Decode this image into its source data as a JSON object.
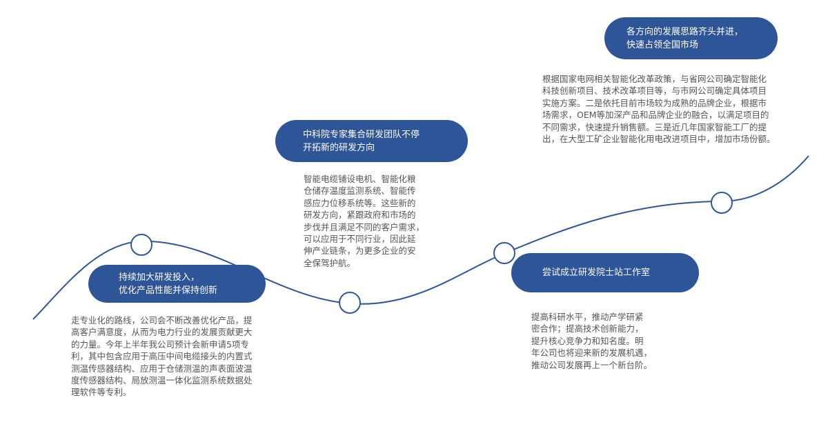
{
  "colors": {
    "accent": "#2e5597",
    "text": "#555555",
    "background": "#ffffff"
  },
  "stages": [
    {
      "title": [
        "持续加大研发投入，",
        "优化产品性能并保持创新"
      ],
      "text": [
        "走专业化的路线，公司会不断改善优化产品，提",
        "高客户满意度，从而为电力行业的发展贡献更大",
        "的力量。今年上半年我公司预计会新申请5项专",
        "利，其中包含应用于高压中间电缆接头的内置式",
        "测温传感器结构、应用于仓储测温的声表面波温",
        "度传感器结构、局放测温一体化监测系统数据处",
        "理软件等专利。"
      ]
    },
    {
      "title": [
        "中科院专家集合研发团队不停",
        "开拓新的研发方向"
      ],
      "text": [
        "智能电缆铺设电机、智能化粮",
        "仓储存温度监测系统、智能传",
        "感应力位移系统等。这些新的",
        "研发方向，紧跟政府和市场的",
        "步伐并且满足不同的客户需求，",
        "可以应用于不同行业，因此延",
        "伸产业链条，为更多企业的安",
        "全保驾护航。"
      ]
    },
    {
      "title": [
        "尝试成立研发院士站工作室"
      ],
      "text": [
        "提高科研水平，推动产学研紧",
        "密合作；提高技术创新能力，",
        "提升核心竞争力和知名度。明",
        "年公司也将迎来新的发展机遇，",
        "推动公司发展再上一个新台阶。"
      ]
    },
    {
      "title": [
        "各方向的发展思路齐头并进，",
        "快速占领全国市场"
      ],
      "text": [
        "根据国家电网相关智能化改革政策，与省网公司确定智能化",
        "科技创新项目、技术改革项目等，与市网公司确定具体项目",
        "实施方案。二是依托目前市场较为成熟的品牌企业，根据市",
        "场需求，OEM等加深产品和品牌企业的融合，以满足项目的",
        "不同需求，快速提升销售额。三是近几年国家智能工厂的提",
        "出，在大型工矿企业智能化用电改进项目中，增加市场份额。"
      ]
    }
  ]
}
